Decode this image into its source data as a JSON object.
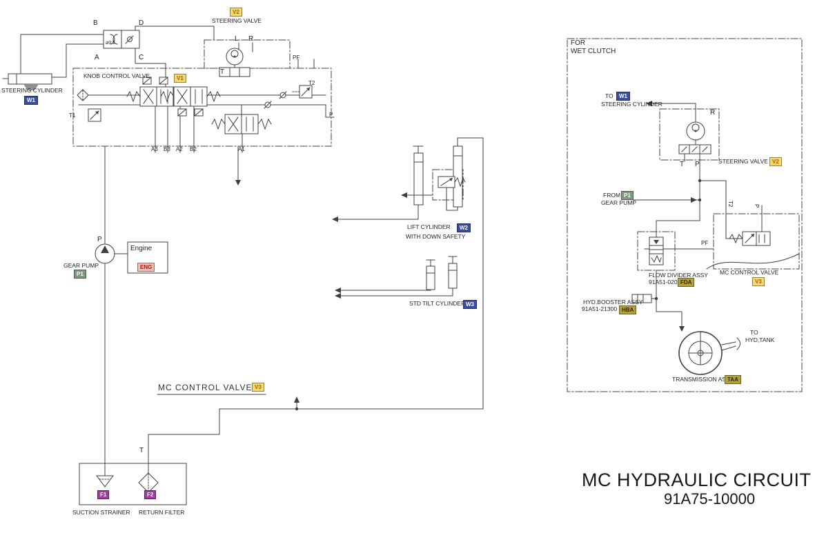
{
  "meta": {
    "title": "MC HYDRAULIC CIRCUIT",
    "part_number": "91A75-10000"
  },
  "colors": {
    "line": "#3f3f3f",
    "badge_blue": "#3a4e9f",
    "badge_yellow_bg": "#f2da6e",
    "badge_yellow_text": "#b05900",
    "badge_olive_bg": "#b3a23c",
    "badge_green_bg": "#7e997e",
    "badge_pink_bg": "#f4bcb2",
    "badge_red_text": "#cc1100",
    "badge_purple_bg": "#9f3aa0"
  },
  "labels": {
    "steering_cylinder": "STEERING CYLINDER",
    "knob_control_valve": "KNOB CONTROL VALVE",
    "steering_valve": "STEERING VALVE",
    "orifice": "⌀0.5",
    "lift_cylinder": "LIFT CYLINDER",
    "lift_cylinder_sub": "WITH DOWN SAFETY",
    "tilt_cylinder": "STD TILT CYLINDER",
    "gear_pump": "GEAR PUMP",
    "engine": "Engine",
    "mc_control_valve": "MC CONTROL VALVE",
    "suction_strainer": "SUCTION STRAINER",
    "return_filter": "RETURN FILTER"
  },
  "ports": {
    "b": "B",
    "d": "D",
    "a": "A",
    "c": "C",
    "t1": "T1",
    "t2": "T2",
    "p": "P",
    "pf": "PF",
    "l": "L",
    "r": "R",
    "t": "T",
    "a3": "A3",
    "b3": "B3",
    "a2": "A2",
    "b2": "B2",
    "a1": "A1"
  },
  "badges": {
    "w1": "W1",
    "w2": "W2",
    "w3": "W3",
    "v1": "V1",
    "v2": "V2",
    "v3": "V3",
    "p1": "P1",
    "eng": "ENG",
    "f1": "F1",
    "f2": "F2",
    "fda": "FDA",
    "hba": "HBA",
    "taa": "TAA"
  },
  "wet_clutch": {
    "header_line1": "FOR",
    "header_line2": "WET CLUTCH",
    "to": "TO",
    "steering_cylinder": "STEERING CYLINDER",
    "steering_valve": "STEERING VALVE",
    "from": "FROM",
    "gear_pump": "GEAR PUMP",
    "flow_divider": "FLOW DIVIDER ASSY",
    "flow_divider_pn": "91A51-02020",
    "mc_control_valve": "MC CONTROL VALVE",
    "hyd_booster": "HYD.BOOSTER ASSY",
    "hyd_booster_pn": "91A51-21300",
    "to_hyd_tank_line1": "TO",
    "to_hyd_tank_line2": "HYD,TANK",
    "transmission": "TRANSMISSION ASSY"
  }
}
